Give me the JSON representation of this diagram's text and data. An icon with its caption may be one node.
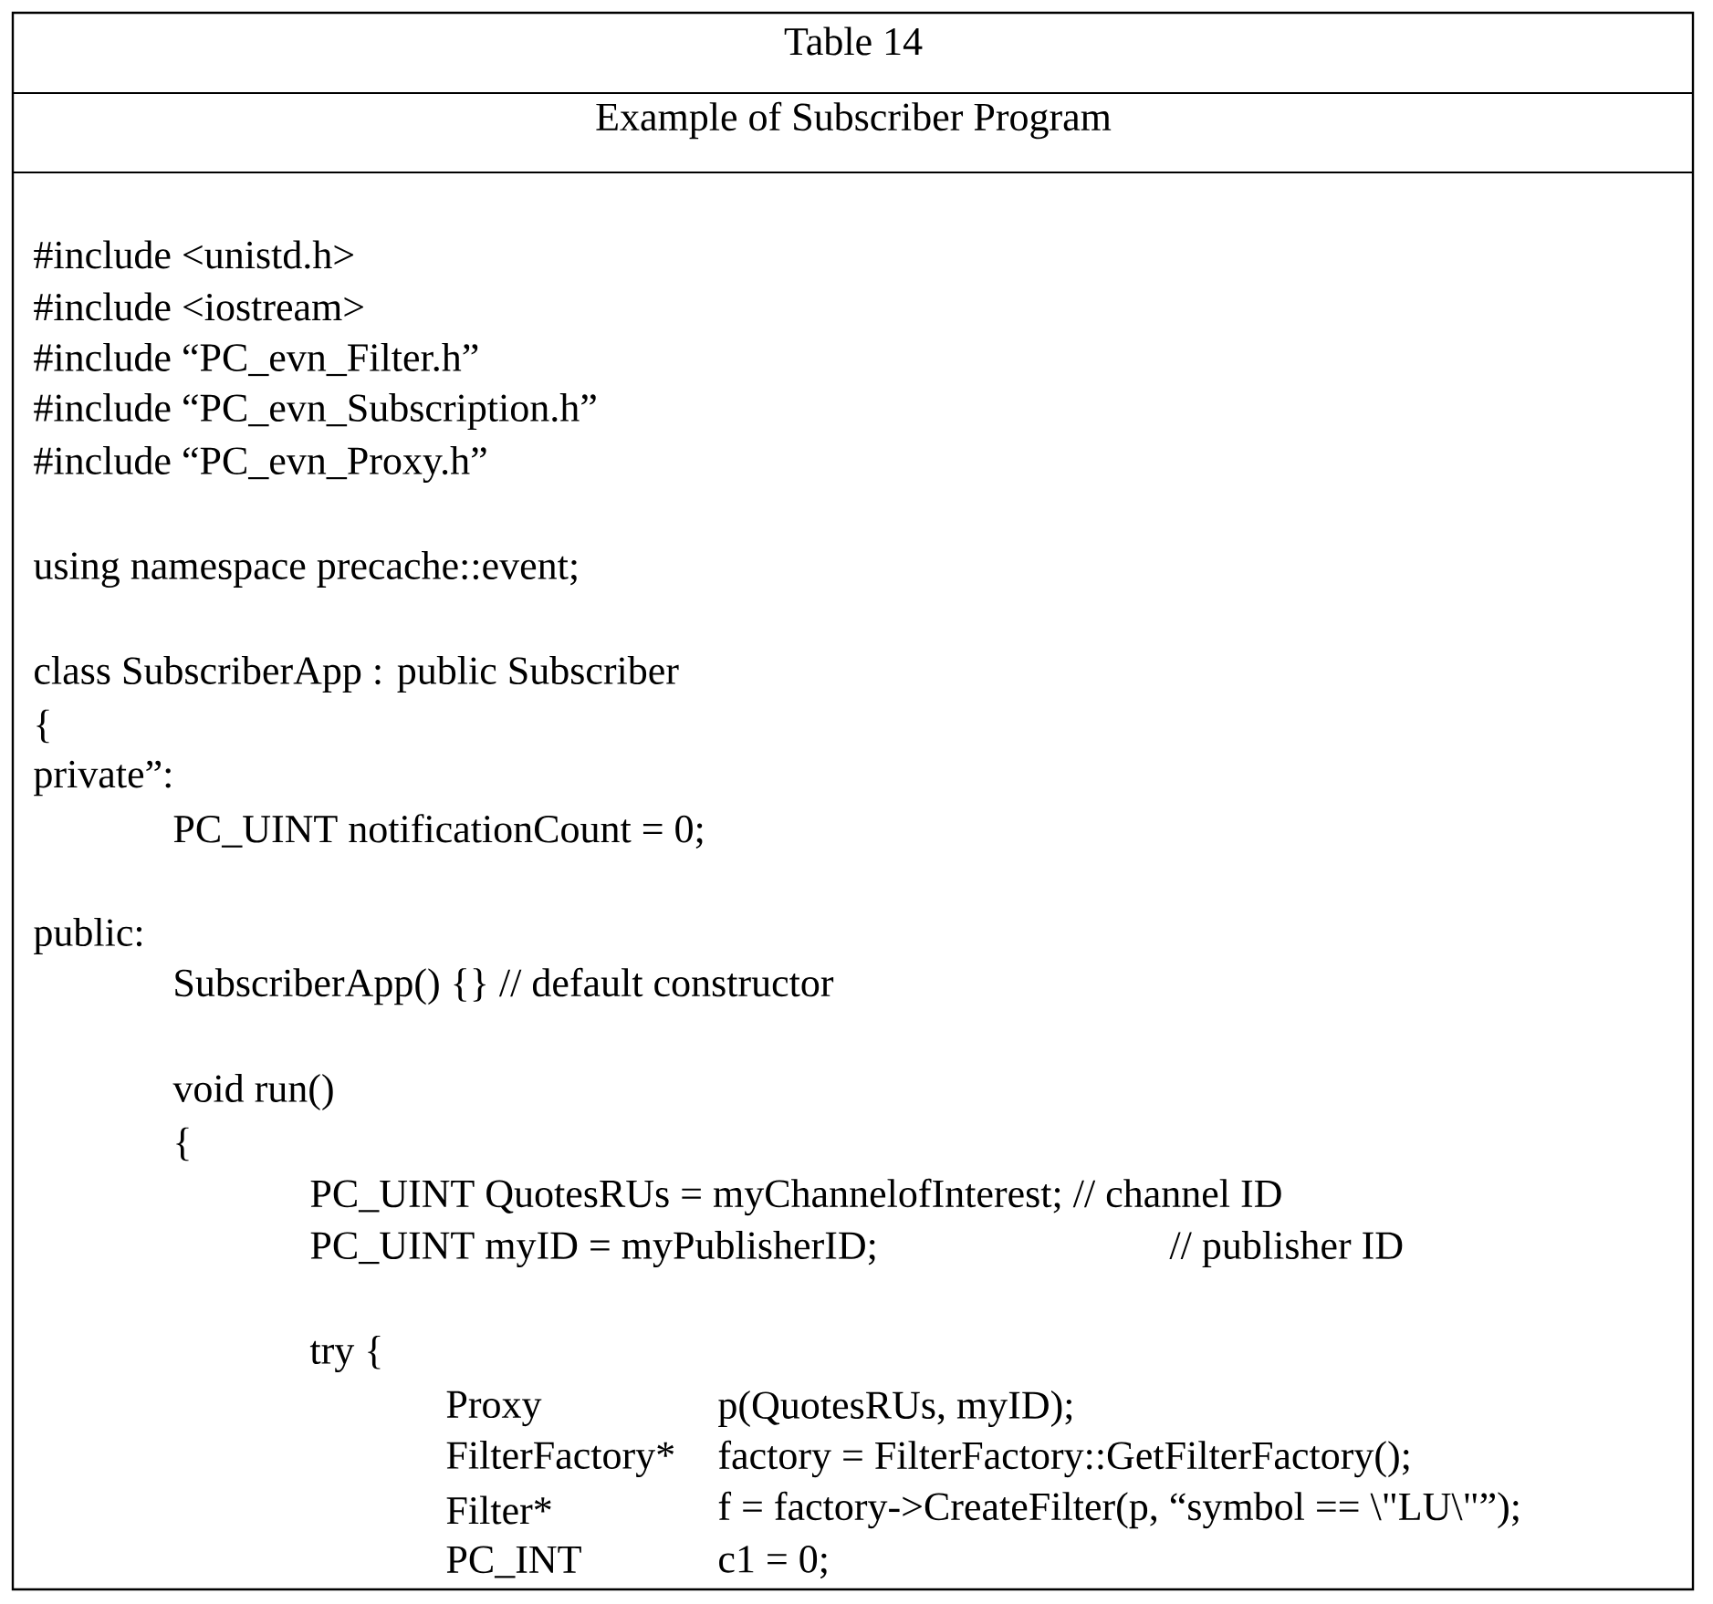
{
  "diagram": {
    "title": "Table 14",
    "labels": [
      "Example of Subscriber Program",
      "#include <unistd.h>",
      "#include <iostream>",
      "#include “PC_evn_Filter.h”",
      "#include “PC_evn_Subscription.h”",
      "#include “PC_evn_Proxy.h”",
      "using namespace precache::event;",
      "class SubscriberApp : public Subscriber",
      "{",
      "private”:",
      "PC_UINT notificationCount = 0;",
      "public:",
      "SubscriberApp() {} // default constructor",
      "void run()",
      "{",
      "PC_UINT QuotesRUs = myChannelofInterest; // channel ID",
      "PC_UINT myID = myPublisherID;",
      "// publisher ID",
      "try {",
      "Proxy",
      "p(QuotesRUs, myID);",
      "FilterFactory*",
      "factory = FilterFactory::GetFilterFactory();",
      "Filter*",
      "f = factory->CreateFilter(p, “symbol == \\\"LU\\\"”);",
      "PC_INT",
      "c1 = 0;"
    ]
  }
}
